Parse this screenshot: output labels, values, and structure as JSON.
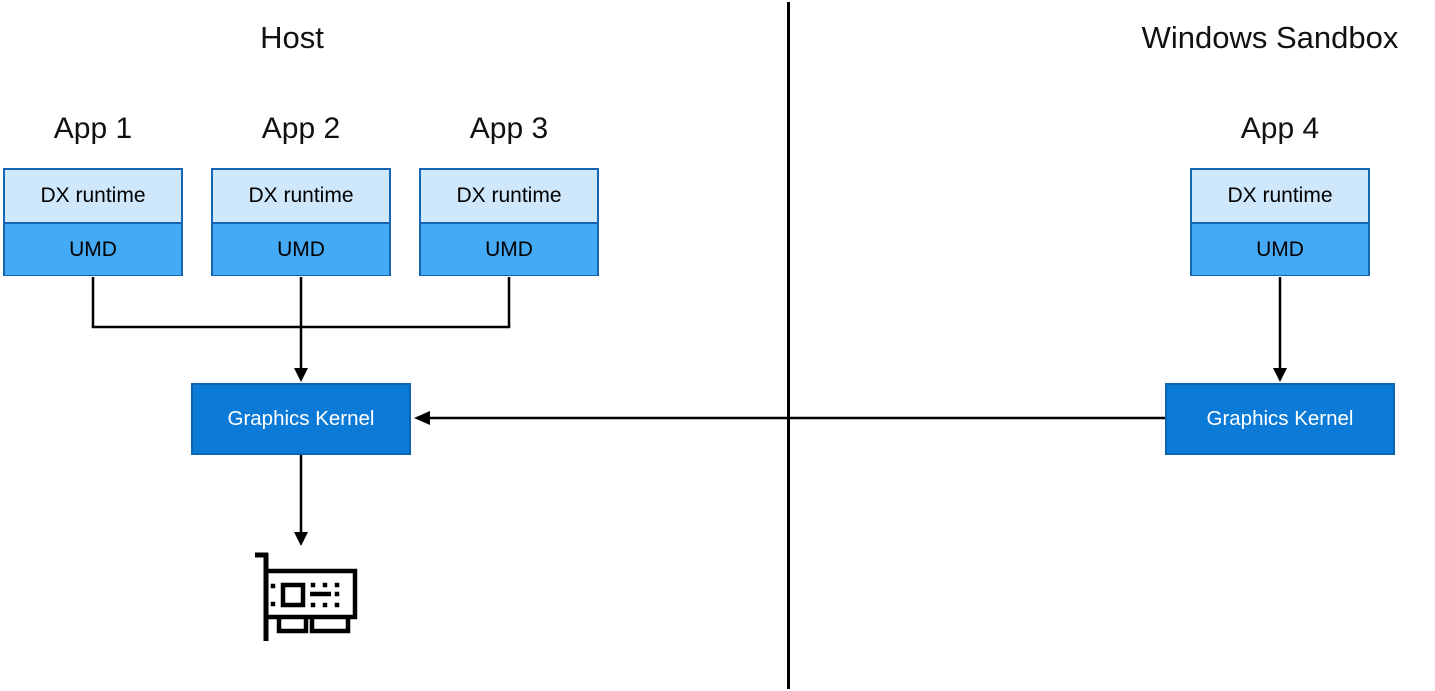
{
  "diagram": {
    "host": {
      "title": "Host",
      "apps": [
        {
          "label": "App 1",
          "dx": "DX runtime",
          "umd": "UMD"
        },
        {
          "label": "App 2",
          "dx": "DX runtime",
          "umd": "UMD"
        },
        {
          "label": "App 3",
          "dx": "DX runtime",
          "umd": "UMD"
        }
      ],
      "kernel_label": "Graphics Kernel",
      "gpu_icon": "gpu-card-icon"
    },
    "sandbox": {
      "title": "Windows Sandbox",
      "apps": [
        {
          "label": "App 4",
          "dx": "DX runtime",
          "umd": "UMD"
        }
      ],
      "kernel_label": "Graphics Kernel"
    },
    "colors": {
      "dx_fill": "#CFE7FA",
      "umd_fill": "#45AAF6",
      "box_border": "#1565B0",
      "kernel_fill": "#0C7BD8",
      "kernel_text": "#FFFFFF",
      "line": "#000000"
    }
  }
}
